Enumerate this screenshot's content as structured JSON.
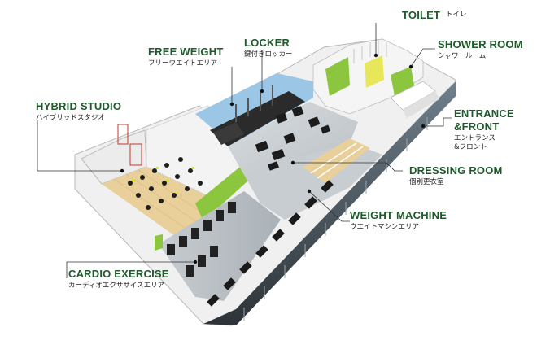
{
  "areas": [
    {
      "id": "toilet",
      "en": "TOILET",
      "jp": "トイレ"
    },
    {
      "id": "free-weight",
      "en": "FREE WEIGHT",
      "jp": "フリーウエイトエリア"
    },
    {
      "id": "locker",
      "en": "LOCKER",
      "jp": "鍵付きロッカー"
    },
    {
      "id": "shower-room",
      "en": "SHOWER ROOM",
      "jp": "シャワールーム"
    },
    {
      "id": "hybrid-studio",
      "en": "HYBRID STUDIO",
      "jp": "ハイブリッドスタジオ"
    },
    {
      "id": "entrance-front",
      "en": "ENTRANCE",
      "en2": "&FRONT",
      "jp": "エントランス",
      "jp2": "&フロント"
    },
    {
      "id": "dressing-room",
      "en": "DRESSING ROOM",
      "jp": "個別更衣室"
    },
    {
      "id": "weight-machine",
      "en": "WEIGHT MACHINE",
      "jp": "ウエイトマシンエリア"
    },
    {
      "id": "cardio-exercise",
      "en": "CARDIO EXERCISE",
      "jp": "カーディオエクササイズエリア"
    }
  ],
  "colors": {
    "accent_green": "#8cc63f",
    "label_green": "#1f5a2c",
    "wall_light": "#e8e8e8",
    "floor_gray": "#cfd3d6",
    "wood": "#e9cf9a",
    "blue_wall": "#9cc6e6",
    "dark_floor": "#2b2b2b"
  }
}
